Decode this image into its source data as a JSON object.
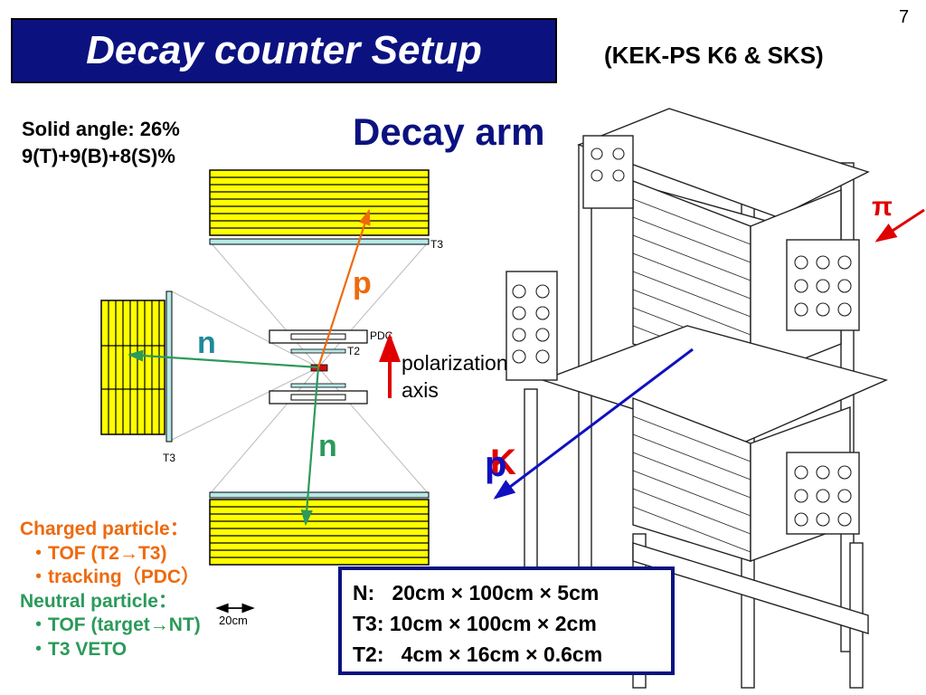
{
  "header": {
    "title": "Decay counter Setup",
    "subtitle": "(KEK-PS K6 & SKS)",
    "page_number": "7"
  },
  "solid_angle": {
    "line1": "Solid angle: 26%",
    "line2": "9(T)+9(B)+8(S)%"
  },
  "decay_arm_label": "Decay arm",
  "diagram": {
    "detector_labels": {
      "t3_top": "T3",
      "t3_left": "T3",
      "pdc": "PDC",
      "t2": "T2"
    },
    "particles": {
      "proton": "p",
      "neutron_side": "n",
      "neutron_down": "n",
      "pion": "π",
      "kaon": "K",
      "proton_beam": "p"
    },
    "polarization": {
      "line1": "polarization",
      "line2": "axis"
    },
    "scale_label": "20cm"
  },
  "legend": {
    "charged": "Charged particle：",
    "charged_items": [
      "・TOF (T2→T3)",
      "・tracking（PDC）"
    ],
    "neutral": "Neutral particle：",
    "neutral_items": [
      "・TOF (target→NT)",
      "・T3 VETO"
    ]
  },
  "dimensions": [
    "N:   20cm × 100cm × 5cm",
    "T3: 10cm × 100cm × 2cm",
    "T2:   4cm × 16cm × 0.6cm"
  ],
  "colors": {
    "title_bg": "#0b1280",
    "detector_fill": "#ffff00",
    "veto_fill": "#b8e8e8",
    "proton_track": "#ee6a0e",
    "neutron_track": "#2b9a5a",
    "pion_arrow": "#e00000",
    "kaon_arrow": "#1010c0"
  }
}
